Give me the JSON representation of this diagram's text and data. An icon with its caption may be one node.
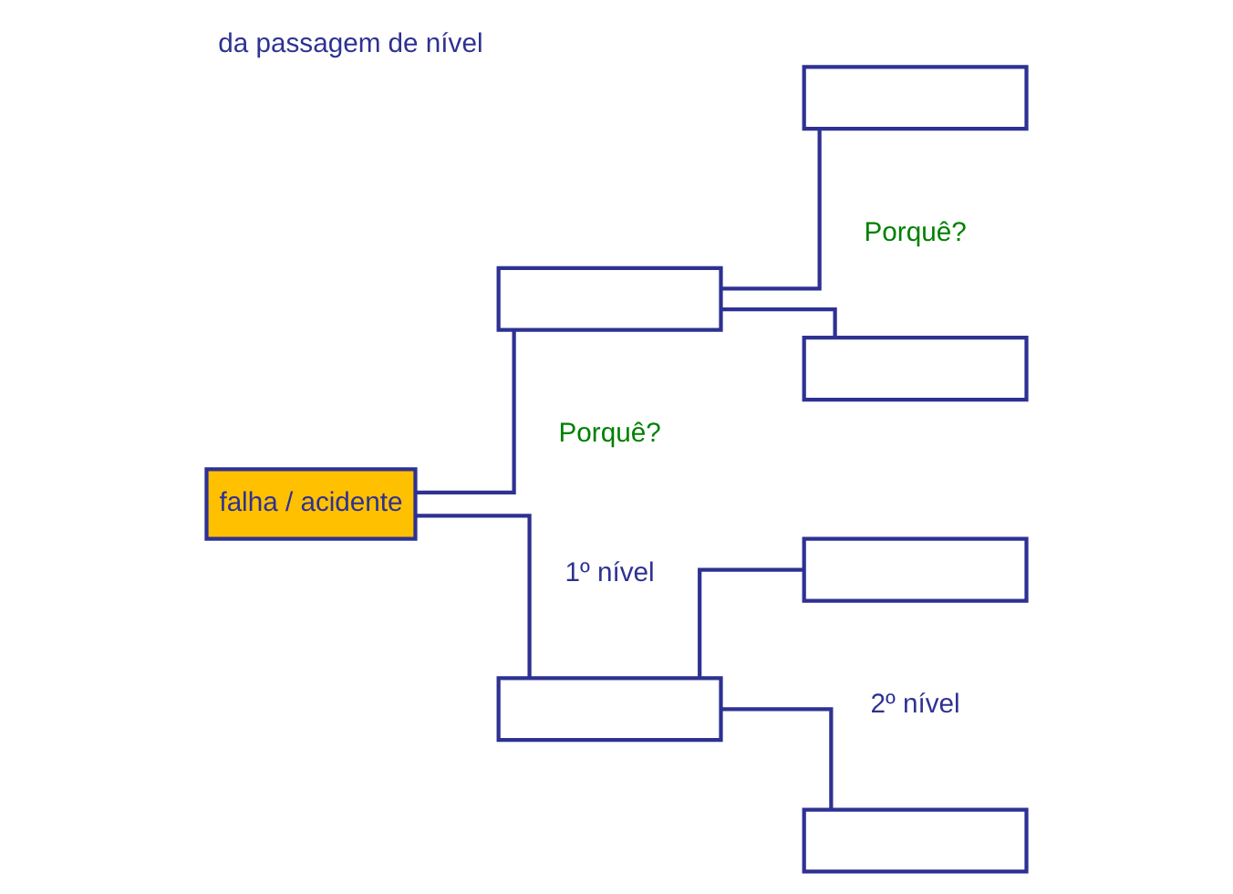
{
  "diagram": {
    "title": "da passagem de nível",
    "nodes": [
      {
        "text": [
          "falha / acidente"
        ]
      },
      {
        "text": [],
        "shape": "box"
      },
      {
        "text": [],
        "shape": "box"
      },
      {
        "text": [],
        "shape": "box"
      },
      {
        "text": [],
        "shape": "box"
      },
      {
        "text": [],
        "shape": "box"
      },
      {
        "text": [],
        "shape": "box"
      }
    ],
    "edges": [
      {
        "from": 0,
        "to": 1,
        "arrow": "none"
      },
      {
        "from": 0,
        "to": 2,
        "arrow": "none"
      },
      {
        "from": 1,
        "to": 3,
        "arrow": "none"
      },
      {
        "from": 1,
        "to": 4,
        "arrow": "none"
      },
      {
        "from": 2,
        "to": 5,
        "arrow": "none"
      },
      {
        "from": 2,
        "to": 6,
        "arrow": "none"
      }
    ],
    "labels": [
      "1º nível",
      "2º nível",
      "Porquê?",
      "Porquê?"
    ]
  }
}
